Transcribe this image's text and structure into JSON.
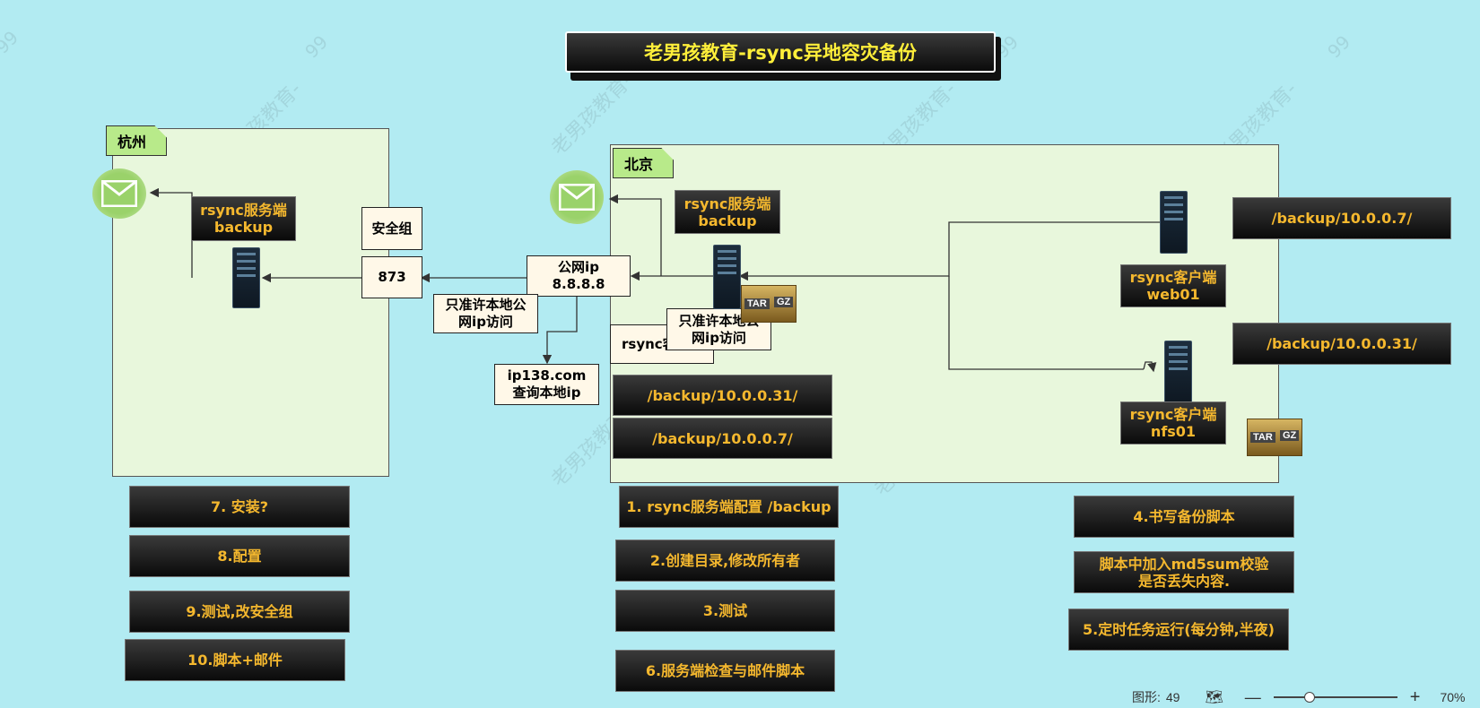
{
  "title": "老男孩教育-rsync异地容灾备份",
  "watermark": {
    "text": "老男孩教育-",
    "num": "99"
  },
  "regions": {
    "hangzhou": "杭州",
    "beijing": "北京"
  },
  "hangzhou": {
    "server_label": "rsync服务端\nbackup",
    "security_group": "安全组",
    "port": "873"
  },
  "public_ip": {
    "label": "公网ip\n8.8.8.8"
  },
  "notes": {
    "allow_local_left": "只准许本地公\n网ip访问",
    "allow_local_right": "只准许本地公\n网ip访问",
    "ip138": "ip138.com\n查询本地ip",
    "rsync_client_partial": "rsync客"
  },
  "beijing": {
    "server_label": "rsync服务端\nbackup",
    "web01_label": "rsync客户端\nweb01",
    "nfs01_label": "rsync客户端\nnfs01",
    "dir_31": "/backup/10.0.0.31/",
    "dir_7": "/backup/10.0.0.7/"
  },
  "right_dirs": {
    "dir_7": "/backup/10.0.0.7/",
    "dir_31": "/backup/10.0.0.31/"
  },
  "tgz": {
    "left": "TAR",
    "right": "GZ"
  },
  "steps": {
    "s7": "7. 安装?",
    "s8": "8.配置",
    "s9": "9.测试,改安全组",
    "s10": "10.脚本+邮件",
    "s1": "1. rsync服务端配置 /backup",
    "s2": "2.创建目录,修改所有者",
    "s3": "3.测试",
    "s6": "6.服务端检查与邮件脚本",
    "s4": "4.书写备份脚本",
    "s4b": "脚本中加入md5sum校验\n是否丢失内容.",
    "s5": "5.定时任务运行(每分钟,半夜)"
  },
  "statusbar": {
    "shapes_label": "图形:",
    "shapes_count": "49",
    "zoom": "70%"
  },
  "colors": {
    "background": "#b2ebf2",
    "region": "#e8f7dc",
    "tag": "#b8ea8a",
    "step_text": "#f5b82e",
    "title_text": "#ffef3a"
  }
}
